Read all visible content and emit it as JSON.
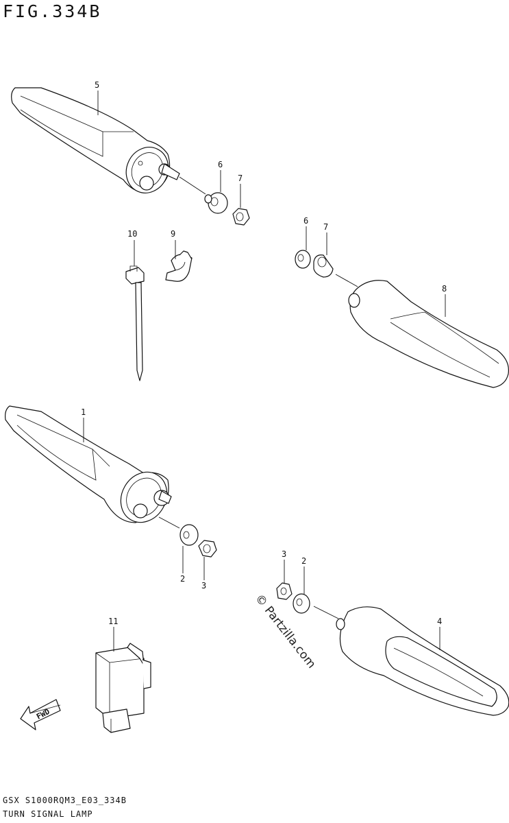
{
  "figure": {
    "title": "FIG.334B"
  },
  "callouts": [
    "5",
    "6",
    "7",
    "10",
    "9",
    "6",
    "7",
    "8",
    "1",
    "2",
    "3",
    "3",
    "2",
    "4",
    "11"
  ],
  "fwd_label": "FWD",
  "watermark": "© Partzilla.com",
  "footer": {
    "code": "GSX S1000RQM3_E03_334B",
    "name": "TURN SIGNAL LAMP"
  }
}
